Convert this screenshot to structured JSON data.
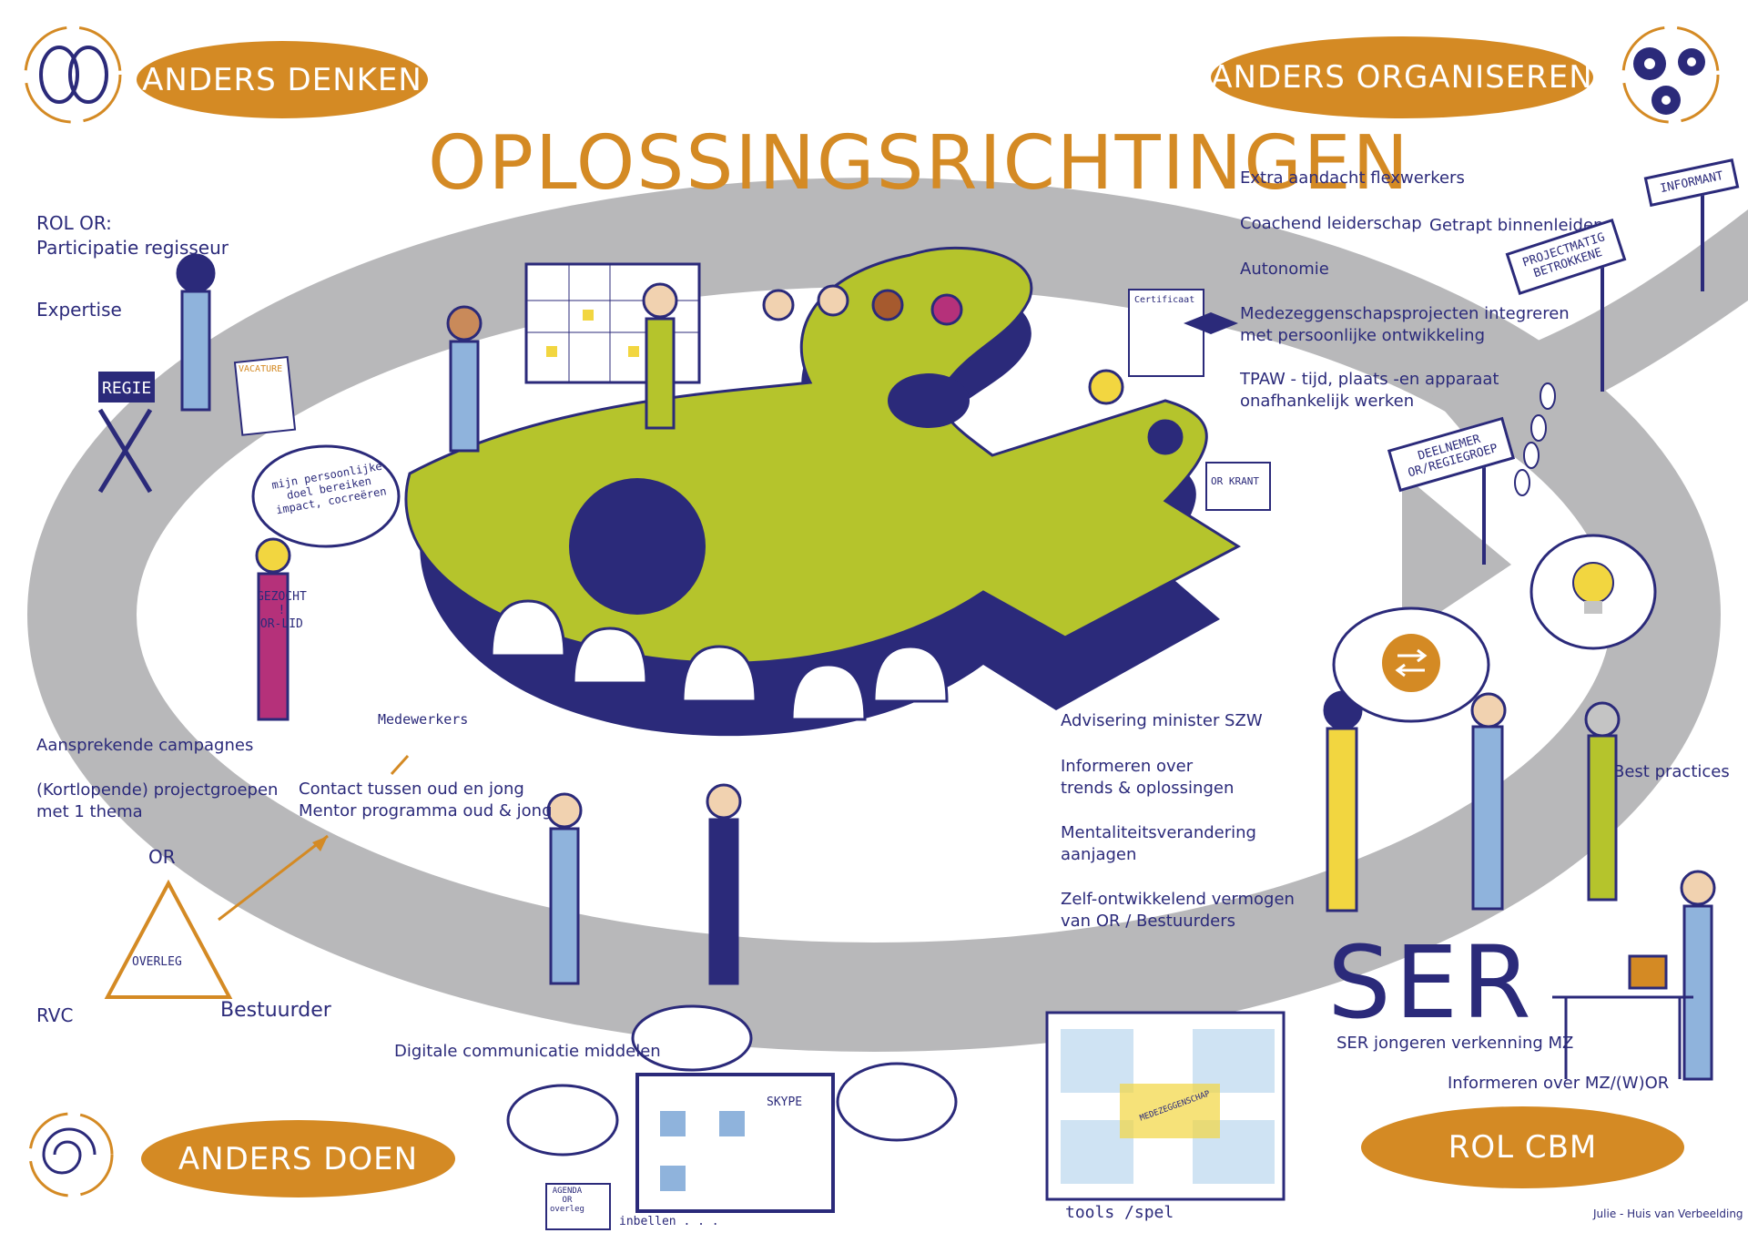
{
  "title": "OPLOSSINGSRICHTINGEN",
  "quadrants": {
    "top_left": "ANDERS DENKEN",
    "top_right": "ANDERS ORGANISEREN",
    "bottom_left": "ANDERS DOEN",
    "bottom_right": "ROL CBM"
  },
  "left_notes": {
    "rol_or": "ROL OR:\nParticipatie regisseur",
    "expertise": "Expertise",
    "campagnes": "Aansprekende campagnes",
    "projectgroepen": "(Kortlopende) projectgroepen\nmet 1 thema",
    "contact": "Contact tussen oud en jong\nMentor programma oud & jong",
    "medewerkers": "Medewerkers",
    "digitale": "Digitale communicatie middelen"
  },
  "triangle": {
    "top": "OR",
    "center": "OVERLEG",
    "left": "RVC",
    "right": "Bestuurder"
  },
  "right_top_notes": {
    "flexwerkers": "Extra aandacht flexwerkers",
    "coachend": "Coachend leiderschap",
    "getrapt": "Getrapt binnenleiden",
    "autonomie": "Autonomie",
    "mz_projecten": "Medezeggenschapsprojecten integreren\nmet persoonlijke ontwikkeling",
    "tpaw": "TPAW - tijd, plaats -en apparaat\nonafhankelijk werken"
  },
  "center_right_notes": {
    "advisering": "Advisering minister SZW",
    "informeren": "Informeren over\ntrends & oplossingen",
    "mentaliteit": "Mentaliteitsverandering\naanjagen",
    "zelf": "Zelf-ontwikkelend vermogen\nvan OR / Bestuurders"
  },
  "right_bottom_notes": {
    "best_practices": "Best practices",
    "ser_logo": "SER",
    "ser_jongeren": "SER jongeren verkenning MZ",
    "informeren_mz": "Informeren over MZ/(W)OR",
    "tools": "tools /spel",
    "credit": "Julie - Huis van Verbeelding"
  },
  "signs": {
    "informant": "INFORMANT",
    "projectmatig": "PROJECTMATIG\nBETROKKENE",
    "deelnemer": "DEELNEMER\nOR/REGIEGROEP"
  },
  "drawn_labels": {
    "regie": "REGIE",
    "vacature": "VACATURE",
    "gezocht": "GEZOCHT\n!\nOR-LID",
    "bubble": "mijn persoonlijke\ndoel bereiken\nimpact, cocreëren",
    "certificaat": "Certificaat",
    "or_krant": "OR KRANT",
    "skype": "SKYPE",
    "agenda": "AGENDA\nOR\noverleg",
    "inbellen": "inbellen . . .",
    "medezeggenschap": "MEDEZEGGENSCHAP"
  },
  "colors": {
    "orange": "#d48a24",
    "navy": "#2b2a7a",
    "lime": "#b5c42c",
    "grey_road": "#b8b8ba"
  }
}
